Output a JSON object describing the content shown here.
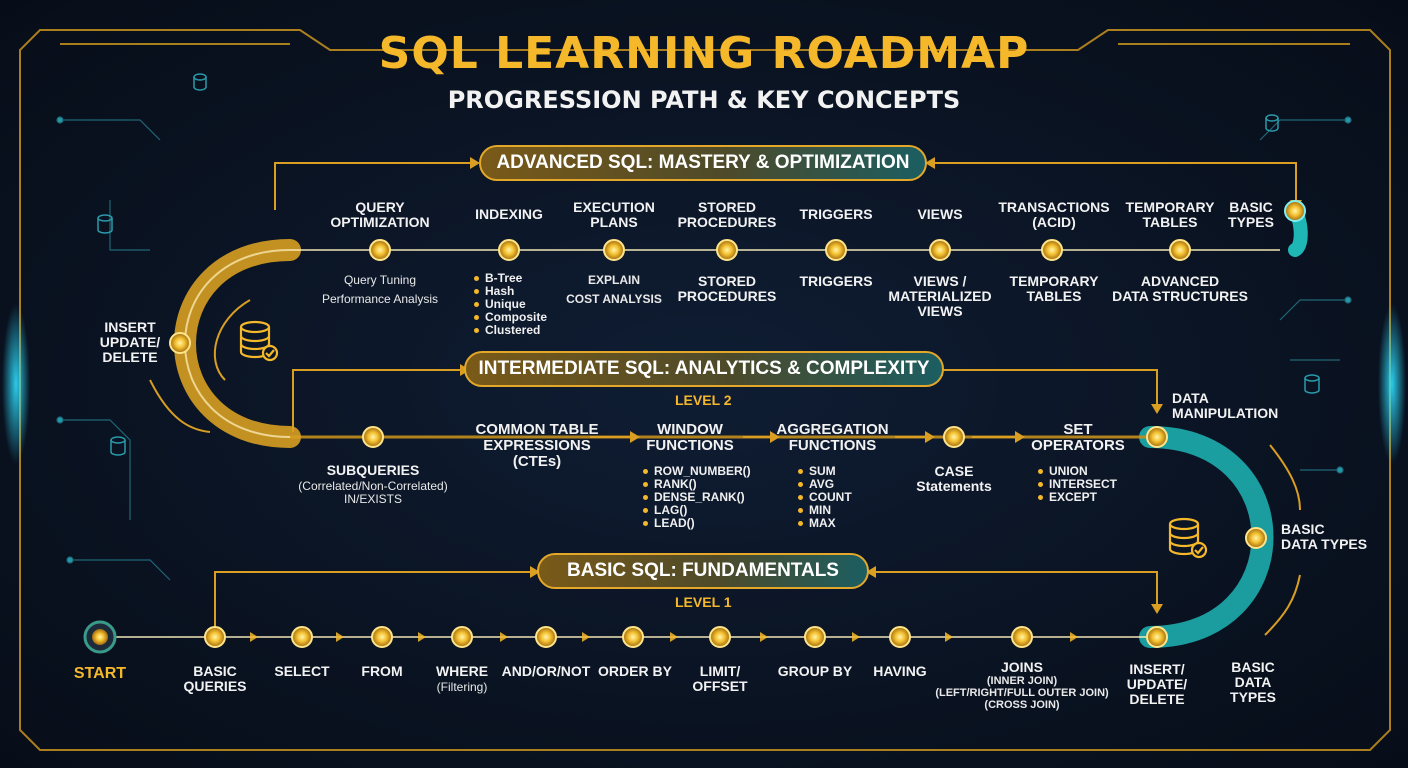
{
  "title": "SQL LEARNING ROADMAP",
  "subtitle": "PROGRESSION PATH & KEY CONCEPTS",
  "levels": {
    "advanced": {
      "banner": "ADVANCED SQL: MASTERY & OPTIMIZATION"
    },
    "intermediate": {
      "banner": "INTERMEDIATE SQL: ANALYTICS & COMPLEXITY",
      "level": "LEVEL 2"
    },
    "basic": {
      "banner": "BASIC SQL: FUNDAMENTALS",
      "level": "LEVEL 1"
    }
  },
  "basic_row": {
    "start": "START",
    "nodes": [
      {
        "label": "BASIC\nQUERIES"
      },
      {
        "label": "SELECT"
      },
      {
        "label": "FROM"
      },
      {
        "label": "WHERE",
        "note": "(Filtering)"
      },
      {
        "label": "AND/OR/NOT"
      },
      {
        "label": "ORDER BY"
      },
      {
        "label": "LIMIT/\nOFFSET"
      },
      {
        "label": "GROUP BY"
      },
      {
        "label": "HAVING"
      },
      {
        "label": "JOINS",
        "note": "(INNER JOIN)\n(LEFT/RIGHT/FULL OUTER JOIN)\n(CROSS JOIN)"
      },
      {
        "label": "INSERT/\nUPDATE/\nDELETE"
      }
    ],
    "end_label": "BASIC\nDATA\nTYPES"
  },
  "intermediate_row": {
    "subqueries": {
      "label": "SUBQUERIES",
      "note": "(Correlated/Non-Correlated)\nIN/EXISTS"
    },
    "cte": "COMMON TABLE\nEXPRESSIONS\n(CTEs)",
    "window": {
      "label": "WINDOW\nFUNCTIONS",
      "items": [
        "ROW_NUMBER()",
        "RANK()",
        "DENSE_RANK()",
        "LAG()",
        "LEAD()"
      ]
    },
    "aggregation": {
      "label": "AGGREGATION\nFUNCTIONS",
      "items": [
        "SUM",
        "AVG",
        "COUNT",
        "MIN",
        "MAX"
      ]
    },
    "case": "CASE\nStatements",
    "set": {
      "label": "SET\nOPERATORS",
      "items": [
        "UNION",
        "INTERSECT",
        "EXCEPT"
      ]
    },
    "data_manipulation": "DATA\nMANIPULATION",
    "basic_data_types": "BASIC\nDATA TYPES"
  },
  "advanced_row": {
    "left_label": "INSERT\nUPDATE/\nDELETE",
    "top_labels": [
      "QUERY\nOPTIMIZATION",
      "INDEXING",
      "EXECUTION\nPLANS",
      "STORED\nPROCEDURES",
      "TRIGGERS",
      "VIEWS",
      "TRANSACTIONS\n(ACID)",
      "TEMPORARY\nTABLES",
      "BASIC\nTYPES"
    ],
    "query_notes": [
      "Query Tuning",
      "Performance Analysis"
    ],
    "indexing_items": [
      "B-Tree",
      "Hash",
      "Unique",
      "Composite",
      "Clustered"
    ],
    "execution_notes": [
      "EXPLAIN",
      "COST ANALYSIS"
    ],
    "bottom_labels": [
      "STORED\nPROCEDURES",
      "TRIGGERS",
      "VIEWS /\nMATERIALIZED\nVIEWS",
      "TEMPORARY\nTABLES",
      "ADVANCED\nDATA STRUCTURES"
    ]
  },
  "colors": {
    "gold": "#f5b82a",
    "teal": "#1fb6b6",
    "background": "#0b1424"
  }
}
